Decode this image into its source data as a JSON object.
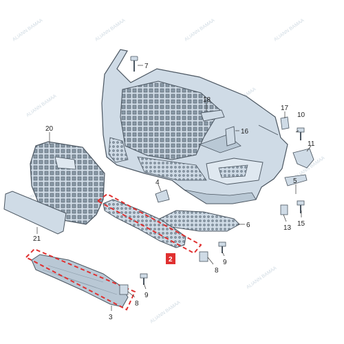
{
  "diagram": {
    "watermark": "ALIANN BAMAA",
    "highlight_color": "#e03030",
    "part_fill": "#cfdbe6",
    "part_stroke": "#4a5560",
    "callouts": [
      {
        "id": "c7",
        "label": "7"
      },
      {
        "id": "c18",
        "label": "18"
      },
      {
        "id": "c16",
        "label": "16"
      },
      {
        "id": "c17",
        "label": "17"
      },
      {
        "id": "c10",
        "label": "10"
      },
      {
        "id": "c11",
        "label": "11"
      },
      {
        "id": "c20",
        "label": "20"
      },
      {
        "id": "c4",
        "label": "4"
      },
      {
        "id": "c5",
        "label": "5"
      },
      {
        "id": "c13",
        "label": "13"
      },
      {
        "id": "c15",
        "label": "15"
      },
      {
        "id": "c6",
        "label": "6"
      },
      {
        "id": "c21",
        "label": "21"
      },
      {
        "id": "c9a",
        "label": "9"
      },
      {
        "id": "c8a",
        "label": "8"
      },
      {
        "id": "c9b",
        "label": "9"
      },
      {
        "id": "c8b",
        "label": "8"
      },
      {
        "id": "c3",
        "label": "3"
      }
    ],
    "highlighted_part_label": "2"
  }
}
